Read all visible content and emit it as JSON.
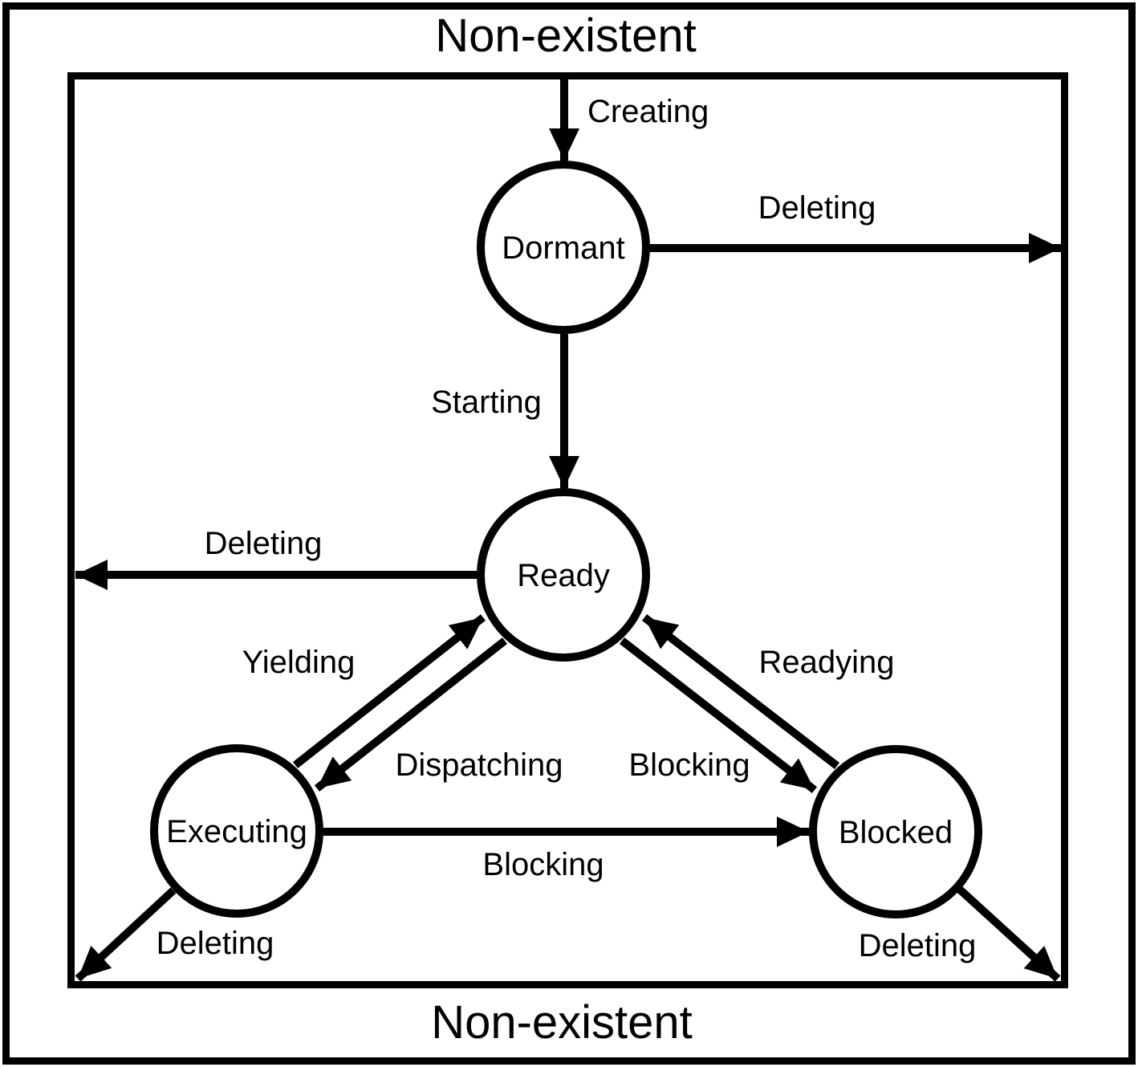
{
  "diagram": {
    "type": "state-transition-diagram",
    "outer_region_top_label": "Non-existent",
    "outer_region_bottom_label": "Non-existent",
    "colors": {
      "line": "#000000",
      "background": "#ffffff"
    },
    "states": [
      {
        "id": "dormant",
        "label": "Dormant"
      },
      {
        "id": "ready",
        "label": "Ready"
      },
      {
        "id": "executing",
        "label": "Executing"
      },
      {
        "id": "blocked",
        "label": "Blocked"
      }
    ],
    "transitions": [
      {
        "id": "creating",
        "label": "Creating",
        "from": "Non-existent",
        "to": "Dormant"
      },
      {
        "id": "deleting-dormant",
        "label": "Deleting",
        "from": "Dormant",
        "to": "Non-existent"
      },
      {
        "id": "starting",
        "label": "Starting",
        "from": "Dormant",
        "to": "Ready"
      },
      {
        "id": "deleting-ready",
        "label": "Deleting",
        "from": "Ready",
        "to": "Non-existent"
      },
      {
        "id": "yielding",
        "label": "Yielding",
        "from": "Executing",
        "to": "Ready"
      },
      {
        "id": "dispatching",
        "label": "Dispatching",
        "from": "Ready",
        "to": "Executing"
      },
      {
        "id": "blocking-ready",
        "label": "Blocking",
        "from": "Ready",
        "to": "Blocked"
      },
      {
        "id": "readying",
        "label": "Readying",
        "from": "Blocked",
        "to": "Ready"
      },
      {
        "id": "blocking-executing",
        "label": "Blocking",
        "from": "Executing",
        "to": "Blocked"
      },
      {
        "id": "deleting-executing",
        "label": "Deleting",
        "from": "Executing",
        "to": "Non-existent"
      },
      {
        "id": "deleting-blocked",
        "label": "Deleting",
        "from": "Blocked",
        "to": "Non-existent"
      }
    ]
  }
}
